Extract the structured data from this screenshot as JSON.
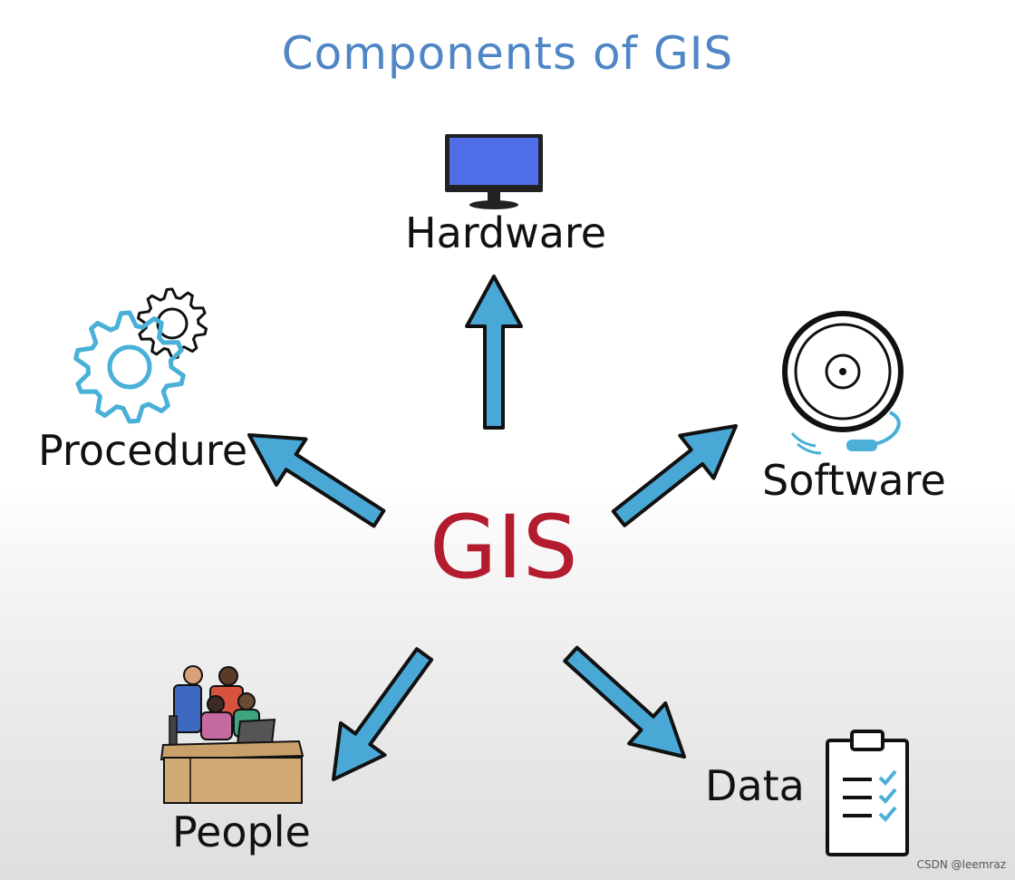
{
  "title": "Components of GIS",
  "center": "GIS",
  "components": {
    "hardware": "Hardware",
    "software": "Software",
    "procedure": "Procedure",
    "people": "People",
    "data": "Data"
  },
  "watermark": "CSDN @leemraz",
  "colors": {
    "title": "#4f86c6",
    "center": "#b31b2e",
    "arrow_fill": "#4aa8d6",
    "arrow_stroke": "#111111",
    "monitor_screen": "#4f6ee8",
    "gear": "#4ab0d8"
  },
  "icons": [
    "monitor-icon",
    "disc-icon",
    "gears-icon",
    "people-desk-icon",
    "clipboard-icon"
  ]
}
